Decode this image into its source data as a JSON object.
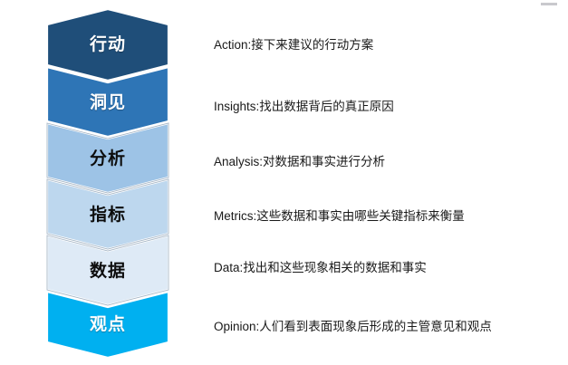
{
  "diagram": {
    "title": "Opinion to Action pyramid",
    "levels": [
      {
        "label": "行动",
        "english": "Action",
        "description": "Action:接下来建议的行动方案",
        "fill": "#1F4E79",
        "text_color": "#FFFFFF"
      },
      {
        "label": "洞见",
        "english": "Insights",
        "description": "Insights:找出数据背后的真正原因",
        "fill": "#2E75B6",
        "text_color": "#FFFFFF"
      },
      {
        "label": "分析",
        "english": "Analysis",
        "description": "Analysis:对数据和事实进行分析",
        "fill": "#9DC3E6",
        "text_color": "#0D0D0D"
      },
      {
        "label": "指标",
        "english": "Metrics",
        "description": "Metrics:这些数据和事实由哪些关键指标来衡量",
        "fill": "#BDD7EE",
        "text_color": "#0D0D0D"
      },
      {
        "label": "数据",
        "english": "Data",
        "description": "Data:找出和这些现象相关的数据和事实",
        "fill": "#DEEAF6",
        "text_color": "#0D0D0D"
      },
      {
        "label": "观点",
        "english": "Opinion",
        "description": "Opinion:人们看到表面现象后形成的主管意见和观点",
        "fill": "#00B0F0",
        "text_color": "#FFFFFF"
      }
    ],
    "colors": {
      "outline": "#FFFFFF",
      "edge_stroke": "#A6B6C6",
      "background": "#FFFFFF",
      "artifact_rule": "#C9C9CD"
    }
  }
}
